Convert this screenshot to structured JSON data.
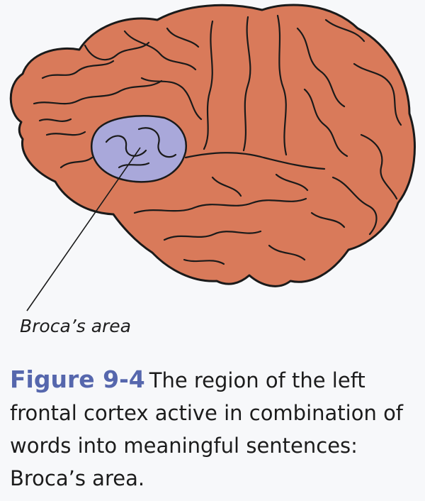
{
  "figure": {
    "callout": "Broca’s area",
    "caption_number": "Figure 9-4",
    "caption_text": "The region of the left frontal cortex active in combination of words into meaningful sentences: Broca’s area."
  },
  "colors": {
    "page_background": "#f7f8fa",
    "brain_fill": "#d97a5a",
    "brain_outline": "#1a1a1a",
    "brocas_area_fill": "#a9a8da",
    "caption_number": "#5667ad",
    "caption_text": "#1c1c1c"
  }
}
